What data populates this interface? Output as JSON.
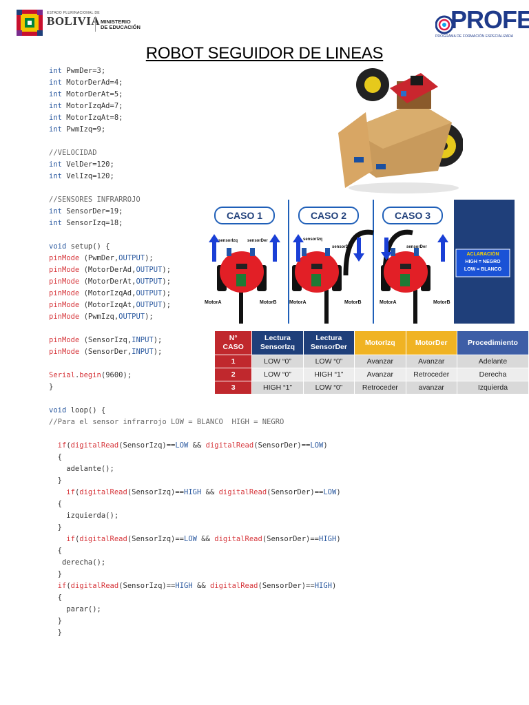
{
  "header": {
    "bolivia_small": "ESTADO PLURINACIONAL DE",
    "bolivia_big": "BOLIVIA",
    "ministerio_line1": "MINISTERIO",
    "ministerio_line2": "DE EDUCACIÓN",
    "profe_word": "PROFE",
    "profe_sub": "PROGRAMA DE FORMACIÓN ESPECIALIZADA"
  },
  "title": "ROBOT SEGUIDOR DE LINEAS",
  "code_lines": [
    [
      {
        "t": "int",
        "c": "kw"
      },
      {
        "t": " PwmDer=3;"
      }
    ],
    [
      {
        "t": "int",
        "c": "kw"
      },
      {
        "t": " MotorDerAd=4;"
      }
    ],
    [
      {
        "t": "int",
        "c": "kw"
      },
      {
        "t": " MotorDerAt=5;"
      }
    ],
    [
      {
        "t": "int",
        "c": "kw"
      },
      {
        "t": " MotorIzqAd=7;"
      }
    ],
    [
      {
        "t": "int",
        "c": "kw"
      },
      {
        "t": " MotorIzqAt=8;"
      }
    ],
    [
      {
        "t": "int",
        "c": "kw"
      },
      {
        "t": " PwmIzq=9;"
      }
    ],
    [],
    [
      {
        "t": "//VELOCIDAD",
        "c": "cm"
      }
    ],
    [
      {
        "t": "int",
        "c": "kw"
      },
      {
        "t": " VelDer=120;"
      }
    ],
    [
      {
        "t": "int",
        "c": "kw"
      },
      {
        "t": " VelIzq=120;"
      }
    ],
    [],
    [
      {
        "t": "//SENSORES INFRARROJO",
        "c": "cm"
      }
    ],
    [
      {
        "t": "int",
        "c": "kw"
      },
      {
        "t": " SensorDer=19;"
      }
    ],
    [
      {
        "t": "int",
        "c": "kw"
      },
      {
        "t": " SensorIzq=18;"
      }
    ],
    [],
    [
      {
        "t": "void",
        "c": "kw"
      },
      {
        "t": " setup() {"
      }
    ],
    [
      {
        "t": "pinMode",
        "c": "fn"
      },
      {
        "t": " (PwmDer,"
      },
      {
        "t": "OUTPUT",
        "c": "kw"
      },
      {
        "t": ");"
      }
    ],
    [
      {
        "t": "pinMode",
        "c": "fn"
      },
      {
        "t": " (MotorDerAd,"
      },
      {
        "t": "OUTPUT",
        "c": "kw"
      },
      {
        "t": ");"
      }
    ],
    [
      {
        "t": "pinMode",
        "c": "fn"
      },
      {
        "t": " (MotorDerAt,"
      },
      {
        "t": "OUTPUT",
        "c": "kw"
      },
      {
        "t": ");"
      }
    ],
    [
      {
        "t": "pinMode",
        "c": "fn"
      },
      {
        "t": " (MotorIzqAd,"
      },
      {
        "t": "OUTPUT",
        "c": "kw"
      },
      {
        "t": ");"
      }
    ],
    [
      {
        "t": "pinMode",
        "c": "fn"
      },
      {
        "t": " (MotorIzqAt,"
      },
      {
        "t": "OUTPUT",
        "c": "kw"
      },
      {
        "t": ");"
      }
    ],
    [
      {
        "t": "pinMode",
        "c": "fn"
      },
      {
        "t": " (PwmIzq,"
      },
      {
        "t": "OUTPUT",
        "c": "kw"
      },
      {
        "t": ");"
      }
    ],
    [],
    [
      {
        "t": "pinMode",
        "c": "fn"
      },
      {
        "t": " (SensorIzq,"
      },
      {
        "t": "INPUT",
        "c": "kw"
      },
      {
        "t": ");"
      }
    ],
    [
      {
        "t": "pinMode",
        "c": "fn"
      },
      {
        "t": " (SensorDer,"
      },
      {
        "t": "INPUT",
        "c": "kw"
      },
      {
        "t": ");"
      }
    ],
    [],
    [
      {
        "t": "Serial",
        "c": "fn"
      },
      {
        "t": "."
      },
      {
        "t": "begin",
        "c": "fn"
      },
      {
        "t": "(9600);"
      }
    ],
    [
      {
        "t": "}"
      }
    ],
    [],
    [
      {
        "t": "void",
        "c": "kw"
      },
      {
        "t": " loop() {"
      }
    ],
    [
      {
        "t": "//Para el sensor infrarrojo LOW = BLANCO  HIGH = NEGRO",
        "c": "cm"
      }
    ],
    [],
    [
      {
        "t": "  "
      },
      {
        "t": "if",
        "c": "fn"
      },
      {
        "t": "("
      },
      {
        "t": "digitalRead",
        "c": "fn"
      },
      {
        "t": "(SensorIzq)=="
      },
      {
        "t": "LOW",
        "c": "kw"
      },
      {
        "t": " && "
      },
      {
        "t": "digitalRead",
        "c": "fn"
      },
      {
        "t": "(SensorDer)=="
      },
      {
        "t": "LOW",
        "c": "kw"
      },
      {
        "t": ")"
      }
    ],
    [
      {
        "t": "  {"
      }
    ],
    [
      {
        "t": "    adelante();"
      }
    ],
    [
      {
        "t": "  }"
      }
    ],
    [
      {
        "t": "    "
      },
      {
        "t": "if",
        "c": "fn"
      },
      {
        "t": "("
      },
      {
        "t": "digitalRead",
        "c": "fn"
      },
      {
        "t": "(SensorIzq)=="
      },
      {
        "t": "HIGH",
        "c": "kw"
      },
      {
        "t": " && "
      },
      {
        "t": "digitalRead",
        "c": "fn"
      },
      {
        "t": "(SensorDer)=="
      },
      {
        "t": "LOW",
        "c": "kw"
      },
      {
        "t": ")"
      }
    ],
    [
      {
        "t": "  {"
      }
    ],
    [
      {
        "t": "    izquierda();"
      }
    ],
    [
      {
        "t": "  }"
      }
    ],
    [
      {
        "t": "    "
      },
      {
        "t": "if",
        "c": "fn"
      },
      {
        "t": "("
      },
      {
        "t": "digitalRead",
        "c": "fn"
      },
      {
        "t": "(SensorIzq)=="
      },
      {
        "t": "LOW",
        "c": "kw"
      },
      {
        "t": " && "
      },
      {
        "t": "digitalRead",
        "c": "fn"
      },
      {
        "t": "(SensorDer)=="
      },
      {
        "t": "HIGH",
        "c": "kw"
      },
      {
        "t": ")"
      }
    ],
    [
      {
        "t": "  {"
      }
    ],
    [
      {
        "t": "   derecha();"
      }
    ],
    [
      {
        "t": "  }"
      }
    ],
    [
      {
        "t": "  "
      },
      {
        "t": "if",
        "c": "fn"
      },
      {
        "t": "("
      },
      {
        "t": "digitalRead",
        "c": "fn"
      },
      {
        "t": "(SensorIzq)=="
      },
      {
        "t": "HIGH",
        "c": "kw"
      },
      {
        "t": " && "
      },
      {
        "t": "digitalRead",
        "c": "fn"
      },
      {
        "t": "(SensorDer)=="
      },
      {
        "t": "HIGH",
        "c": "kw"
      },
      {
        "t": ")"
      }
    ],
    [
      {
        "t": "  {"
      }
    ],
    [
      {
        "t": "    parar();"
      }
    ],
    [
      {
        "t": "  }"
      }
    ],
    [
      {
        "t": "  }"
      }
    ]
  ],
  "diagram": {
    "cases": [
      "CASO 1",
      "CASO 2",
      "CASO 3"
    ],
    "labels": {
      "sensor_izq": "sensorIzq",
      "sensor_der": "sensorDer",
      "motor_a": "MotorA",
      "motor_b": "MotorB"
    },
    "note_title": "ACLARACIÓN",
    "note_line1": "HIGH = NEGRO",
    "note_line2": "LOW = BLANCO"
  },
  "table": {
    "headers": [
      "N°\nCASO",
      "Lectura\nSensorIzq",
      "Lectura\nSensorDer",
      "MotorIzq",
      "MotorDer",
      "Procedimiento"
    ],
    "header_colors": [
      "#c0282d",
      "#1f3f7a",
      "#1f3f7a",
      "#f0b323",
      "#f0b323",
      "#3e5ea6"
    ],
    "rows": [
      [
        "1",
        "LOW “0”",
        "LOW “0”",
        "Avanzar",
        "Avanzar",
        "Adelante"
      ],
      [
        "2",
        "LOW “0”",
        "HIGH “1”",
        "Avanzar",
        "Retroceder",
        "Derecha"
      ],
      [
        "3",
        "HIGH “1”",
        "LOW “0”",
        "Retroceder",
        "avanzar",
        "Izquierda"
      ]
    ]
  }
}
